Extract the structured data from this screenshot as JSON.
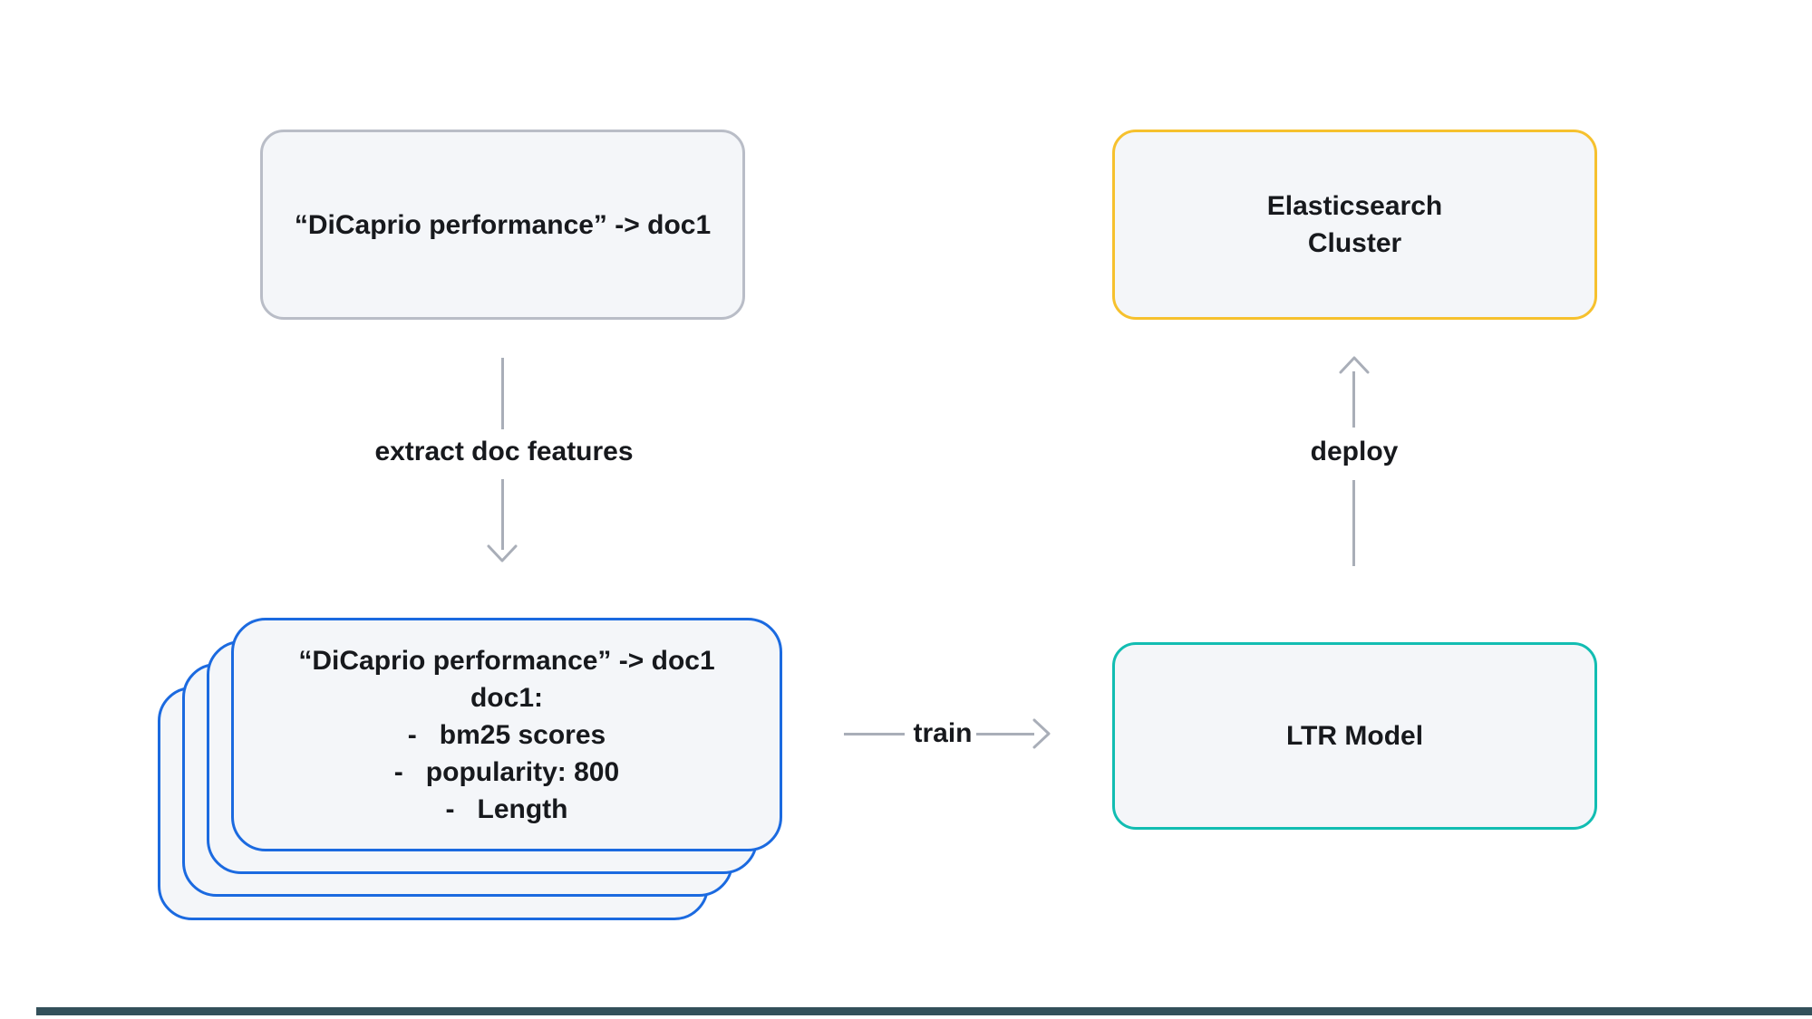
{
  "canvas": {
    "background": "#ffffff"
  },
  "colors": {
    "box_fill": "#f4f6f9",
    "query_border": "#b9bdc7",
    "stack_border": "#1b6ae0",
    "ltr_border": "#12bdb2",
    "es_border": "#f6c12e",
    "arrow": "#a9aeb8",
    "text": "#17191d",
    "bottom_bar": "#33505a"
  },
  "nodes": {
    "query_box": {
      "label": "“DiCaprio performance” -> doc1"
    },
    "doc_stack": {
      "layers": 4,
      "lines": [
        "“DiCaprio performance” -> doc1",
        "doc1:",
        "-   bm25 scores",
        "-   popularity: 800",
        "-   Length"
      ]
    },
    "ltr_box": {
      "label": "LTR Model"
    },
    "es_box": {
      "line1": "Elasticsearch",
      "line2": "Cluster"
    }
  },
  "edges": {
    "extract": {
      "label": "extract doc features",
      "direction": "down"
    },
    "train": {
      "label": "train",
      "direction": "right"
    },
    "deploy": {
      "label": "deploy",
      "direction": "up"
    }
  }
}
